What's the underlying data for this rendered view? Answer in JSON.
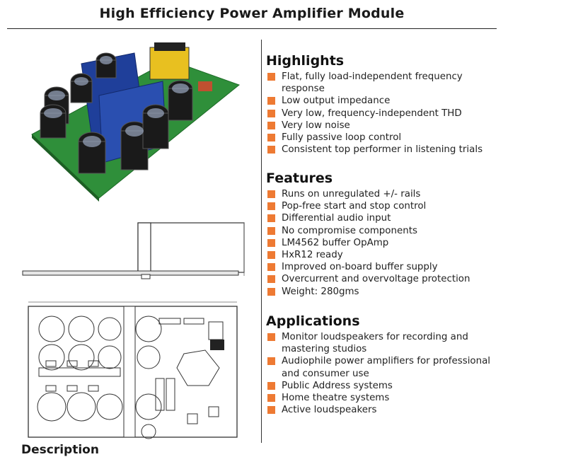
{
  "document": {
    "title": "High Efficiency Power Amplifier Module",
    "section_next_title": "Description"
  },
  "highlights": {
    "heading": "Highlights",
    "items": [
      "Flat, fully load-independent frequency response",
      "Low output impedance",
      "Very low, frequency-independent THD",
      "Very low noise",
      "Fully passive loop control",
      "Consistent top performer in listening trials"
    ]
  },
  "features": {
    "heading": "Features",
    "items": [
      "Runs on unregulated +/- rails",
      "Pop-free start and stop control",
      "Differential audio input",
      "No compromise components",
      "LM4562 buffer OpAmp",
      "HxR12 ready",
      "Improved on-board buffer supply",
      "Overcurrent and overvoltage protection",
      "Weight: 280gms"
    ]
  },
  "applications": {
    "heading": "Applications",
    "items": [
      "Monitor loudspeakers for recording and mastering studios",
      "Audiophile power amplifiers for professional and consumer use",
      "Public Address systems",
      "Home theatre systems",
      "Active loudspeakers"
    ]
  },
  "colors": {
    "bullet": "#ee7a33",
    "pcb_green": "#2f8f3a",
    "heatsink_blue": "#1f3f9a"
  }
}
